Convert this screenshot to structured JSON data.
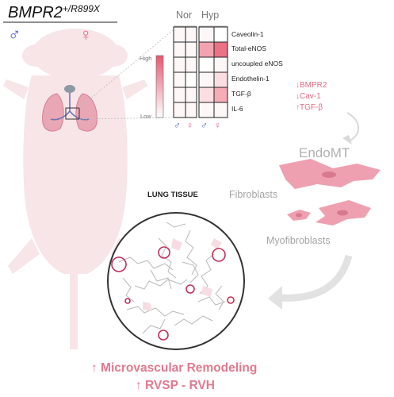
{
  "title": {
    "gene": "BMPR2",
    "allele": "+/R899X"
  },
  "sex_icons": {
    "male": "♂",
    "female": "♀"
  },
  "heatmap": {
    "groups": [
      "Nor",
      "Hyp"
    ],
    "rows": [
      "Caveolin-1",
      "Total-eNOS",
      "uncoupled eNOS",
      "Endothelin-1",
      "TGF-β",
      "IL-6"
    ],
    "column_sexes": [
      "♂",
      "♀",
      "♂",
      "♀"
    ],
    "legend": {
      "high": "High",
      "low": "Low",
      "colors": [
        "#ffffff",
        "#e8586f"
      ]
    },
    "levels": [
      [
        0.05,
        0.05,
        0.05,
        0.0
      ],
      [
        0.05,
        0.05,
        0.55,
        0.85
      ],
      [
        0.05,
        0.05,
        0.0,
        0.05
      ],
      [
        0.05,
        0.0,
        0.05,
        0.2
      ],
      [
        0.05,
        0.05,
        0.2,
        0.5
      ],
      [
        0.05,
        0.05,
        0.05,
        0.05
      ]
    ]
  },
  "side_notes": [
    "↓BMPR2",
    "↓Cav-1",
    "↑TGF-β"
  ],
  "labels": {
    "endomt": "EndoMT",
    "fibroblasts": "Fibroblasts",
    "myofibroblasts": "Myofibroblasts",
    "lung_tissue": "LUNG TISSUE"
  },
  "outcomes": [
    "↑ Microvascular Remodeling",
    "↑ RVSP - RVH"
  ],
  "colors": {
    "mouse": "#f7e5e8",
    "accent": "#e07a8f",
    "vessel": "#c0305a",
    "grey_text": "#a5a5a5"
  }
}
